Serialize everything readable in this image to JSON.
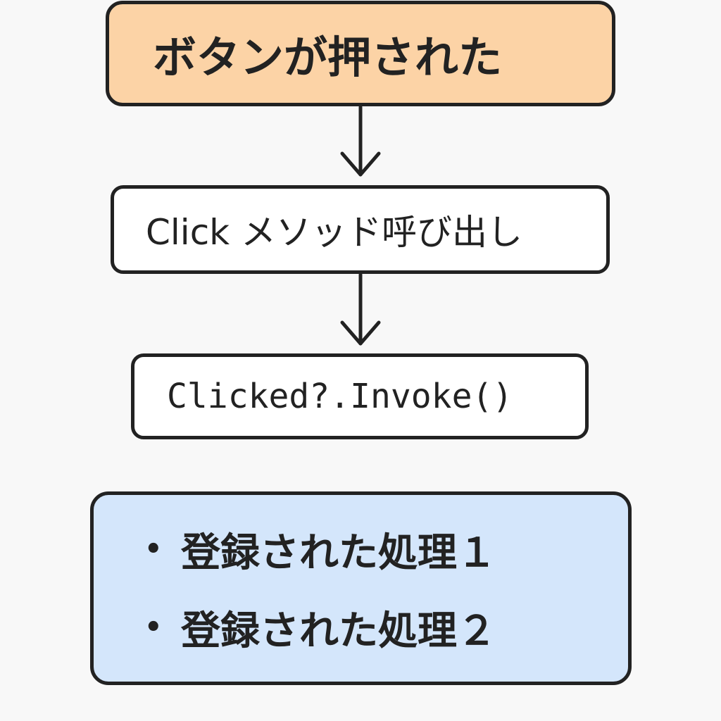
{
  "steps": [
    "ボタンが押された",
    "Click メソッド呼び出し",
    "Clicked?.Invoke()"
  ],
  "handlers": {
    "bullet": "•",
    "items": [
      "登録された処理１",
      "登録された処理２"
    ]
  },
  "colors": {
    "step1_fill": "#fcd3a6",
    "step_fill": "#ffffff",
    "handlers_fill": "#d4e6fb",
    "stroke": "#222222",
    "background": "#f8f8f8"
  }
}
